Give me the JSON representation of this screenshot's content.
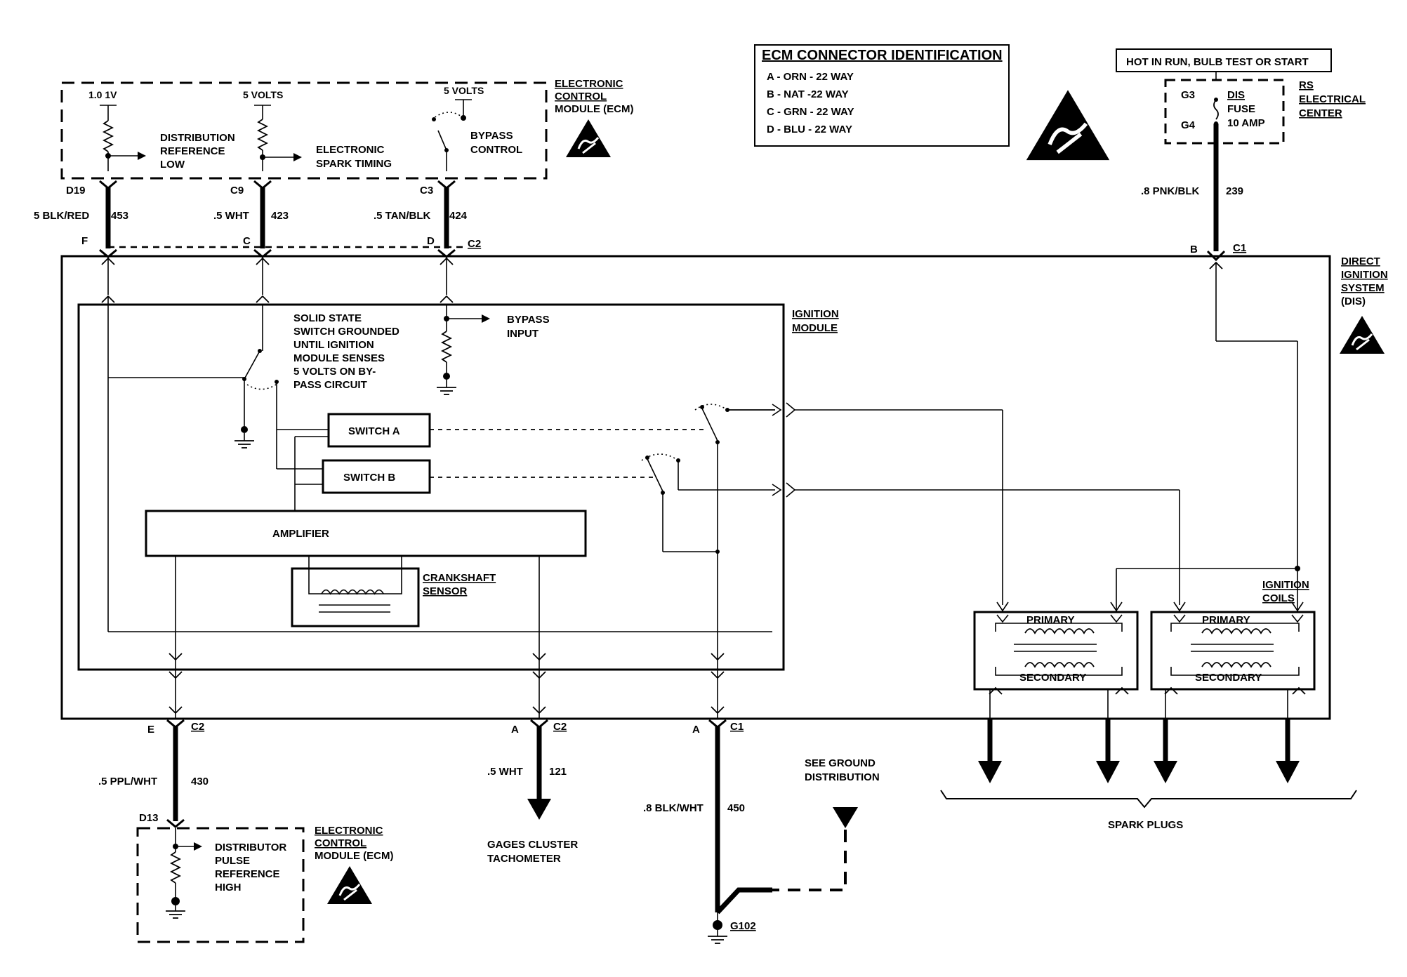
{
  "ecm_connector_id": {
    "title": "ECM CONNECTOR IDENTIFICATION",
    "rows": [
      "A - ORN - 22 WAY",
      "B - NAT -22 WAY",
      "C - GRN - 22 WAY",
      "D - BLU - 22 WAY"
    ]
  },
  "hot_label": "HOT IN RUN, BULB TEST OR START",
  "fuse_block": {
    "terminal_top": "G3",
    "terminal_bottom": "G4",
    "fuse_name": "DIS",
    "fuse_word": "FUSE",
    "fuse_rating": "10 AMP",
    "center_line1": "RS",
    "center_line2": "ELECTRICAL",
    "center_line3": "CENTER"
  },
  "ecm_top": {
    "label_line1": "ELECTRONIC",
    "label_line2": "CONTROL",
    "label_line3": "MODULE (ECM)",
    "v1": "1.0 1V",
    "v2": "5 VOLTS",
    "v3": "5 VOLTS",
    "dist_ref_1": "DISTRIBUTION",
    "dist_ref_2": "REFERENCE",
    "dist_ref_3": "LOW",
    "est_1": "ELECTRONIC",
    "est_2": "SPARK TIMING",
    "bypass_1": "BYPASS",
    "bypass_2": "CONTROL"
  },
  "wires": {
    "w453": {
      "pin": "D19",
      "color": "5 BLK/RED",
      "circuit": "453",
      "letter": "F"
    },
    "w423": {
      "pin": "C9",
      "color": ".5 WHT",
      "circuit": "423",
      "letter": "C"
    },
    "w424": {
      "pin": "C3",
      "color": ".5 TAN/BLK",
      "circuit": "424",
      "letter": "D",
      "connector": "C2"
    },
    "w239": {
      "color": ".8 PNK/BLK",
      "circuit": "239",
      "letter": "B",
      "connector": "C1"
    },
    "w430": {
      "letter": "E",
      "connector": "C2",
      "color": ".5 PPL/WHT",
      "circuit": "430",
      "pin": "D13"
    },
    "w121": {
      "letter": "A",
      "connector": "C2",
      "color": ".5 WHT",
      "circuit": "121"
    },
    "w450": {
      "letter": "A",
      "connector": "C1",
      "color": ".8 BLK/WHT",
      "circuit": "450"
    }
  },
  "dis": {
    "line1": "DIRECT",
    "line2": "IGNITION",
    "line3": "SYSTEM",
    "line4": "(DIS)"
  },
  "ignition_module": {
    "label1": "IGNITION",
    "label2": "MODULE",
    "note": [
      "SOLID STATE",
      "SWITCH GROUNDED",
      "UNTIL IGNITION",
      "MODULE SENSES",
      "5 VOLTS ON BY-",
      "PASS CIRCUIT"
    ],
    "bypass_input_1": "BYPASS",
    "bypass_input_2": "INPUT",
    "switch_a": "SWITCH A",
    "switch_b": "SWITCH B",
    "amplifier": "AMPLIFIER",
    "crank_1": "CRANKSHAFT",
    "crank_2": "SENSOR"
  },
  "coils": {
    "label1": "IGNITION",
    "label2": "COILS",
    "primary": "PRIMARY",
    "secondary": "SECONDARY"
  },
  "spark_plugs": "SPARK PLUGS",
  "tach_1": "GAGES CLUSTER",
  "tach_2": "TACHOMETER",
  "ground_note_1": "SEE GROUND",
  "ground_note_2": "DISTRIBUTION",
  "ground_id": "G102",
  "ecm_bottom": {
    "pulse_1": "DISTRIBUTOR",
    "pulse_2": "PULSE",
    "pulse_3": "REFERENCE",
    "pulse_4": "HIGH",
    "label_line1": "ELECTRONIC",
    "label_line2": "CONTROL",
    "label_line3": "MODULE (ECM)"
  }
}
